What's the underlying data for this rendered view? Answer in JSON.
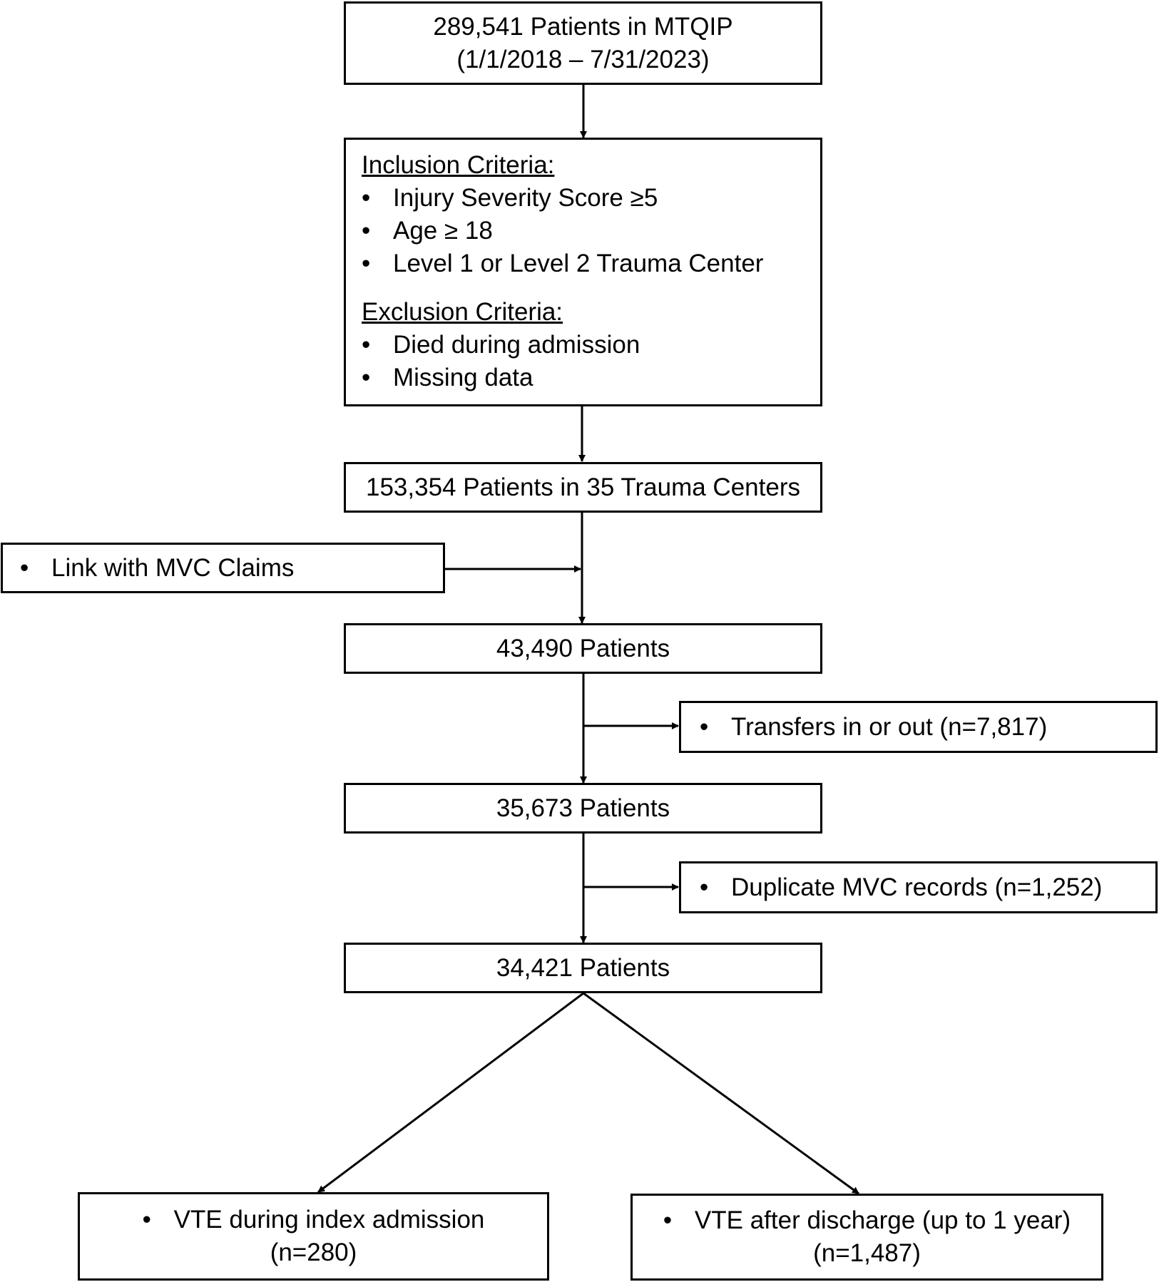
{
  "boxes": {
    "start": {
      "line1": "289,541 Patients in MTQIP",
      "line2": "(1/1/2018 – 7/31/2023)"
    },
    "criteria": {
      "inclusion_heading": "Inclusion Criteria:",
      "inclusion": [
        "Injury Severity Score ≥5",
        "Age ≥ 18",
        "Level 1 or Level 2 Trauma Center"
      ],
      "exclusion_heading": "Exclusion Criteria:",
      "exclusion": [
        "Died during admission",
        "Missing data"
      ]
    },
    "centers": {
      "text": "153,354 Patients in 35 Trauma Centers"
    },
    "link": {
      "text": "Link with MVC Claims"
    },
    "linked": {
      "text": "43,490 Patients"
    },
    "transfers": {
      "text": "Transfers in or out (n=7,817)"
    },
    "after_transfers": {
      "text": "35,673 Patients"
    },
    "duplicates": {
      "text": "Duplicate MVC records (n=1,252)"
    },
    "final": {
      "text": "34,421 Patients"
    },
    "vte_index": {
      "line1": "VTE during index admission",
      "line2": "(n=280)"
    },
    "vte_after": {
      "line1": "VTE after discharge (up to 1 year)",
      "line2": "(n=1,487)"
    }
  }
}
